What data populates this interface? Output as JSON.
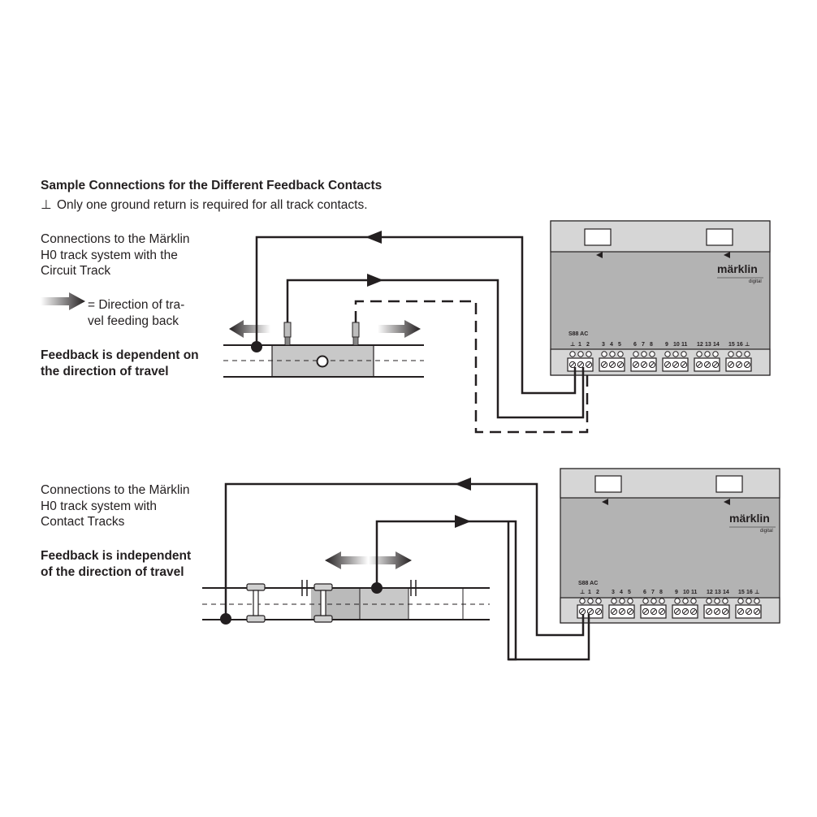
{
  "title": "Sample Connections for the Different Feedback Contacts",
  "ground_note": "Only one ground return is required for all track contacts.",
  "section1": {
    "heading": "Connections to the Märklin\nH0 track system with the\nCircuit Track",
    "direction_legend": "= Direction of tra-\nvel feeding back",
    "feedback_note": "Feedback is dependent on\nthe direction of travel"
  },
  "section2": {
    "heading": "Connections to the Märklin\nH0 track system with\nContact Tracks",
    "feedback_note": "Feedback is independent\nof the direction of travel"
  },
  "module": {
    "model": "S88 AC",
    "brand": "märklin",
    "brand_sub": "digital",
    "terminal_groups": [
      {
        "labels": [
          "⊥",
          "1",
          "2"
        ]
      },
      {
        "labels": [
          "3",
          "4",
          "5"
        ]
      },
      {
        "labels": [
          "6",
          "7",
          "8"
        ]
      },
      {
        "labels": [
          "9",
          "10",
          "11"
        ]
      },
      {
        "labels": [
          "12",
          "13",
          "14"
        ]
      },
      {
        "labels": [
          "15",
          "16",
          "⊥"
        ]
      }
    ]
  },
  "colors": {
    "line": "#231f20",
    "module_top": "#d4d4d4",
    "module_body": "#b3b3b3",
    "track_fill": "#c8c8c8"
  }
}
